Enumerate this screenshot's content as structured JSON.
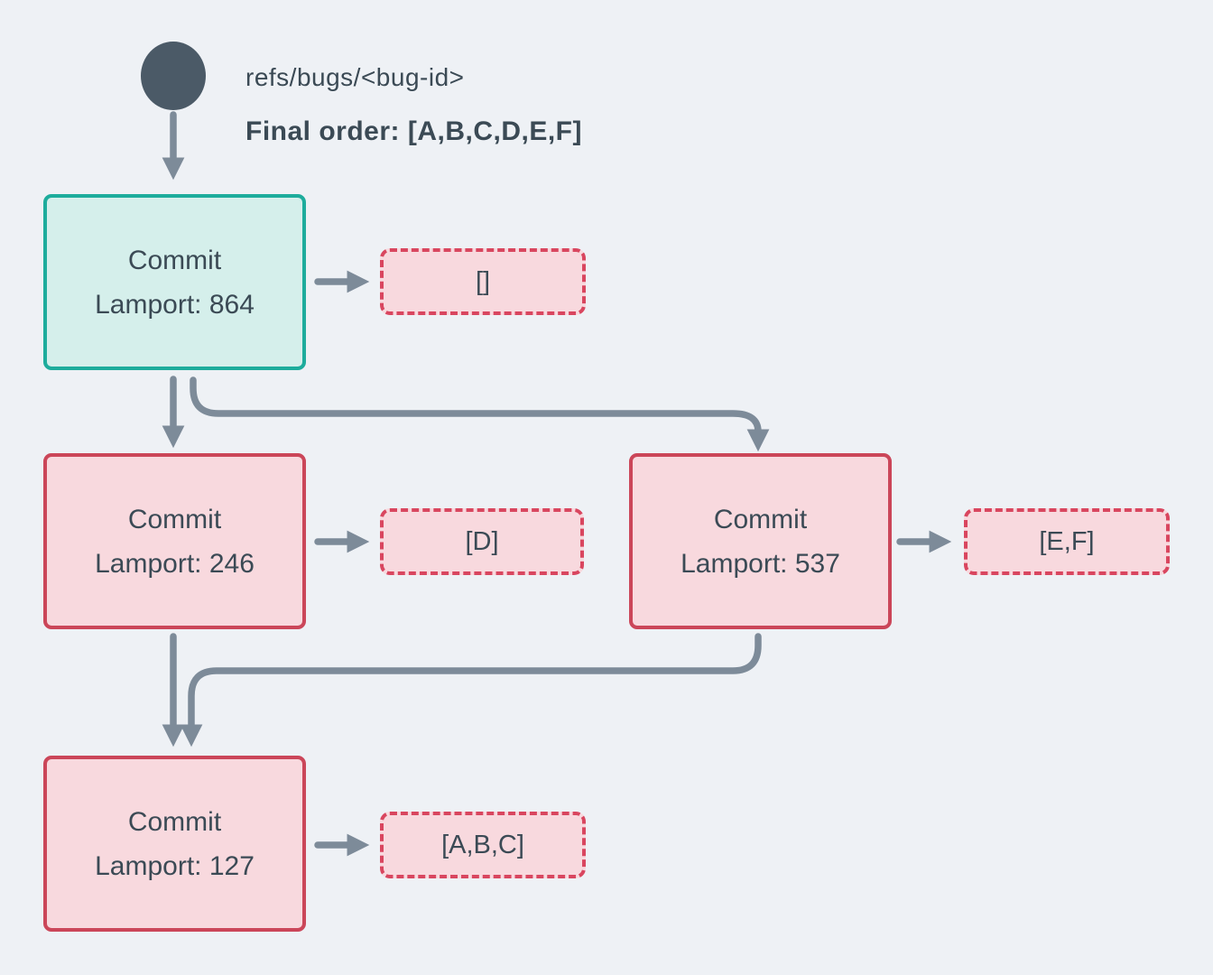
{
  "header": {
    "ref_label": "refs/bugs/<bug-id>",
    "final_order_label": "Final order: [A,B,C,D,E,F]"
  },
  "nodes": [
    {
      "id": "commit-864",
      "title": "Commit",
      "lamport_label": "Lamport: 864",
      "role": "head"
    },
    {
      "id": "commit-246",
      "title": "Commit",
      "lamport_label": "Lamport: 246",
      "role": "normal"
    },
    {
      "id": "commit-537",
      "title": "Commit",
      "lamport_label": "Lamport: 537",
      "role": "normal"
    },
    {
      "id": "commit-127",
      "title": "Commit",
      "lamport_label": "Lamport: 127",
      "role": "normal"
    }
  ],
  "operations": [
    {
      "id": "ops-864",
      "label": "[]"
    },
    {
      "id": "ops-246",
      "label": "[D]"
    },
    {
      "id": "ops-537",
      "label": "[E,F]"
    },
    {
      "id": "ops-127",
      "label": "[A,B,C]"
    }
  ],
  "colors": {
    "background": "#eef1f5",
    "ref_dot": "#4b5a67",
    "text": "#3b4a55",
    "arrow": "#7d8b99",
    "head_commit_border": "#1dac9c",
    "head_commit_fill": "#d5efeb",
    "commit_border": "#cb4659",
    "operations_border": "#d9465f",
    "commit_fill": "#f8d9de"
  }
}
